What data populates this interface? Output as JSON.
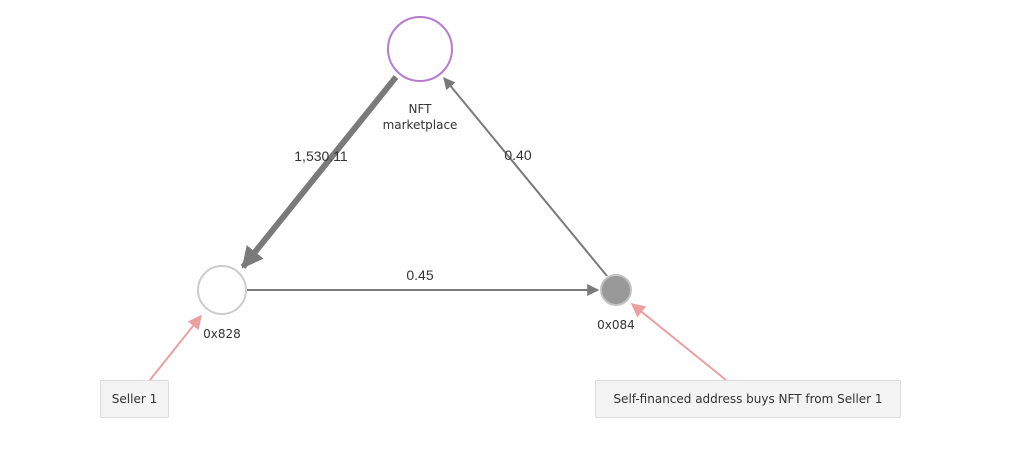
{
  "nodes": {
    "marketplace": {
      "label_line1": "NFT",
      "label_line2": "marketplace",
      "stroke": "#b57bd0",
      "fill": "#ffffff"
    },
    "seller": {
      "label": "0x828",
      "stroke": "#cccccc",
      "fill": "#ffffff"
    },
    "buyer": {
      "label": "0x084",
      "stroke": "#c4c4c4",
      "fill": "#999999"
    }
  },
  "edges": {
    "marketplace_to_seller": "1,530.11",
    "seller_to_buyer": "0.45",
    "buyer_to_marketplace": "0.40"
  },
  "callouts": {
    "seller": "Seller 1",
    "self_financed": "Self-financed address buys NFT from Seller 1"
  },
  "colors": {
    "edge": "#7a7a7a",
    "callout_arrow": "#eba0a0"
  }
}
